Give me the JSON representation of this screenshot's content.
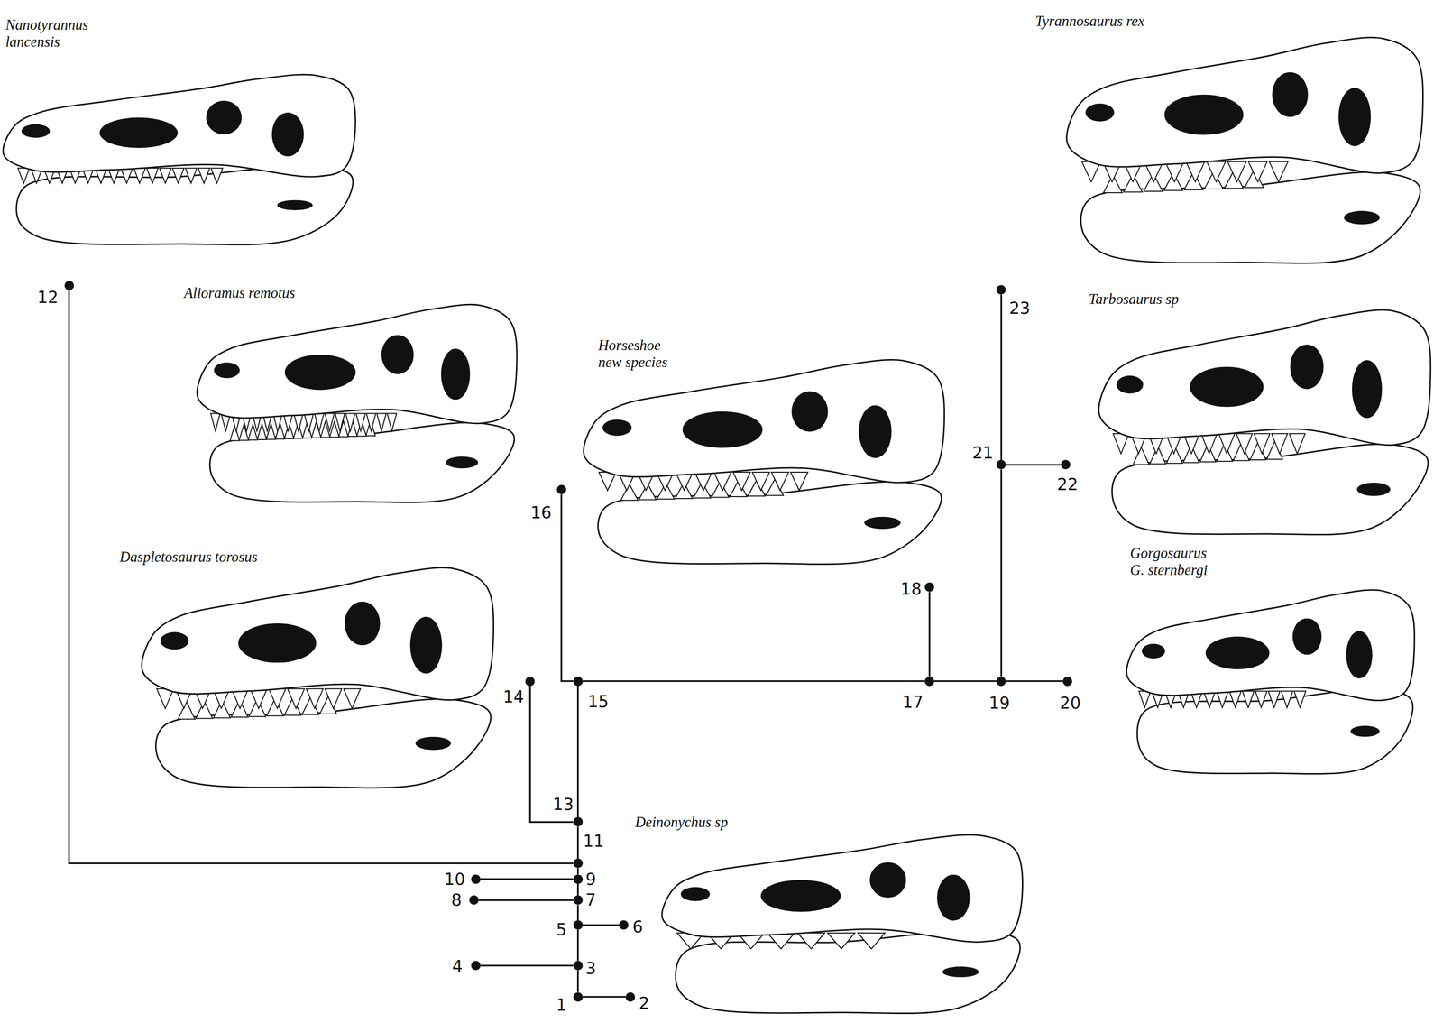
{
  "diagram": {
    "nodes": [
      {
        "text": [
          "1"
        ]
      },
      {
        "text": [
          "2"
        ]
      },
      {
        "text": [
          "3"
        ]
      },
      {
        "text": [
          "4"
        ]
      },
      {
        "text": [
          "5"
        ]
      },
      {
        "text": [
          "6"
        ]
      },
      {
        "text": [
          "7"
        ]
      },
      {
        "text": [
          "8"
        ]
      },
      {
        "text": [
          "9"
        ]
      },
      {
        "text": [
          "10"
        ]
      },
      {
        "text": [
          "11"
        ]
      },
      {
        "text": [
          "12"
        ]
      },
      {
        "text": [
          "13"
        ]
      },
      {
        "text": [
          "14"
        ]
      },
      {
        "text": [
          "15"
        ]
      },
      {
        "text": [
          "16"
        ]
      },
      {
        "text": [
          "17"
        ]
      },
      {
        "text": [
          "18"
        ]
      },
      {
        "text": [
          "19"
        ]
      },
      {
        "text": [
          "20"
        ]
      },
      {
        "text": [
          "21"
        ]
      },
      {
        "text": [
          "22"
        ]
      },
      {
        "text": [
          "23"
        ]
      }
    ],
    "edges": [
      {
        "from": 0,
        "to": 1,
        "arrow": "none"
      },
      {
        "from": 0,
        "to": 2,
        "arrow": "none"
      },
      {
        "from": 2,
        "to": 3,
        "arrow": "none"
      },
      {
        "from": 2,
        "to": 4,
        "arrow": "none"
      },
      {
        "from": 4,
        "to": 5,
        "arrow": "none"
      },
      {
        "from": 4,
        "to": 6,
        "arrow": "none"
      },
      {
        "from": 6,
        "to": 7,
        "arrow": "none"
      },
      {
        "from": 6,
        "to": 8,
        "arrow": "none"
      },
      {
        "from": 8,
        "to": 9,
        "arrow": "none"
      },
      {
        "from": 8,
        "to": 10,
        "arrow": "none"
      },
      {
        "from": 10,
        "to": 11,
        "arrow": "none"
      },
      {
        "from": 10,
        "to": 12,
        "arrow": "none"
      },
      {
        "from": 12,
        "to": 13,
        "arrow": "none"
      },
      {
        "from": 12,
        "to": 14,
        "arrow": "none"
      },
      {
        "from": 14,
        "to": 15,
        "arrow": "none"
      },
      {
        "from": 14,
        "to": 16,
        "arrow": "none"
      },
      {
        "from": 16,
        "to": 17,
        "arrow": "none"
      },
      {
        "from": 16,
        "to": 18,
        "arrow": "none"
      },
      {
        "from": 18,
        "to": 19,
        "arrow": "none"
      },
      {
        "from": 18,
        "to": 20,
        "arrow": "none"
      },
      {
        "from": 20,
        "to": 21,
        "arrow": "none"
      },
      {
        "from": 20,
        "to": 22,
        "arrow": "none"
      }
    ],
    "labels": [
      "Nanotyrannus lancensis",
      "Alioramus remotus",
      "Horseshoe new species",
      "Daspletosaurus torosus",
      "Deinonychus sp",
      "Tyrannosaurus rex",
      "Tarbosaurus sp",
      "Gorgosaurus G. sternbergi"
    ]
  }
}
